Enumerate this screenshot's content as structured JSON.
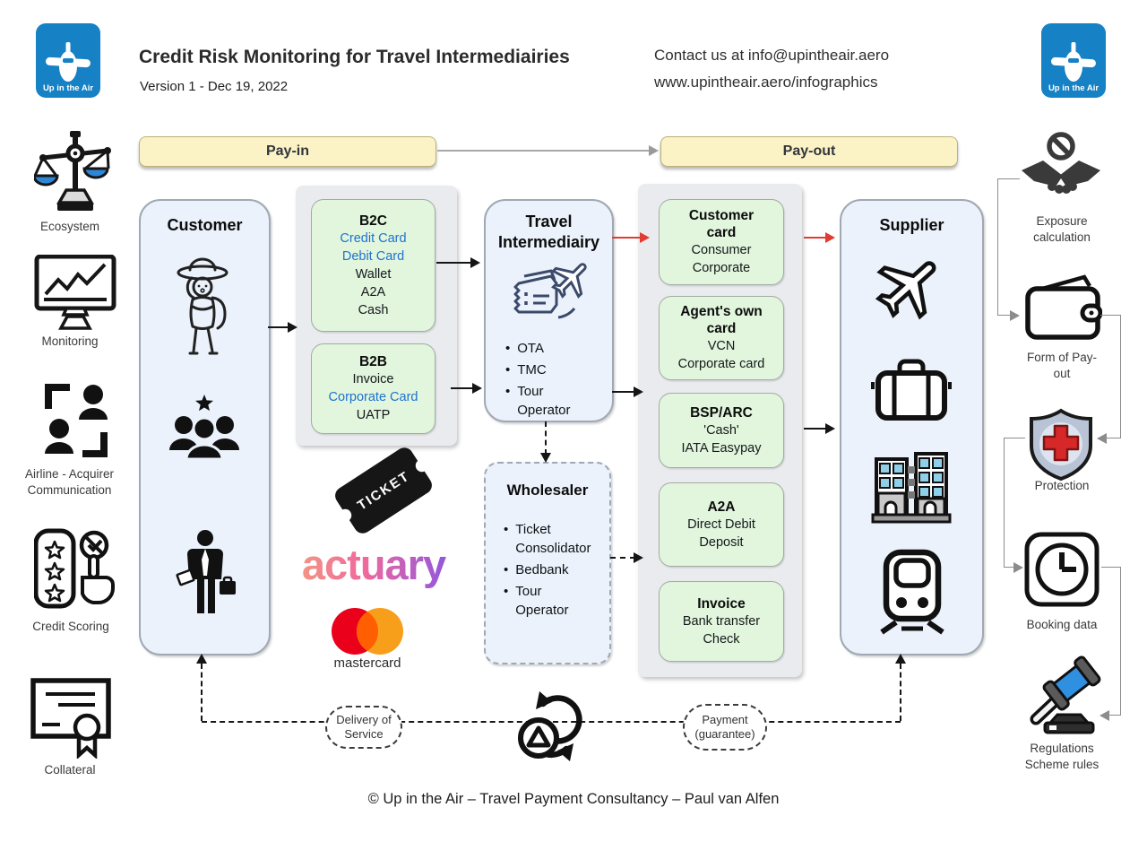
{
  "header": {
    "logo_text": "Up in the Air",
    "title": "Credit Risk Monitoring for Travel Intermediairies",
    "version": "Version 1 - Dec 19, 2022",
    "contact_line1": "Contact us at info@upintheair.aero",
    "contact_line2": "www.upintheair.aero/infographics"
  },
  "left_sidebar": {
    "items": [
      {
        "label": "Ecosystem",
        "icon": "scale-icon"
      },
      {
        "label": "Monitoring",
        "icon": "monitor-chart-icon"
      },
      {
        "label": "Airline - Acquirer Communication",
        "icon": "people-communication-icon"
      },
      {
        "label": "Credit Scoring",
        "icon": "rating-check-icon"
      },
      {
        "label": "Collateral",
        "icon": "certificate-icon"
      }
    ]
  },
  "right_sidebar": {
    "items": [
      {
        "label": "Exposure calculation",
        "icon": "no-deal-handshake-icon"
      },
      {
        "label": "Form of Pay-out",
        "icon": "wallet-icon"
      },
      {
        "label": "Protection",
        "icon": "shield-cross-icon"
      },
      {
        "label": "Booking data",
        "icon": "clock-icon"
      },
      {
        "label": "Regulations Scheme rules",
        "icon": "gavel-icon"
      }
    ]
  },
  "flow": {
    "pay_in_label": "Pay-in",
    "pay_out_label": "Pay-out",
    "customer": {
      "title": "Customer"
    },
    "b2c": {
      "title": "B2C",
      "items": [
        "Credit Card",
        "Debit Card",
        "Wallet",
        "A2A",
        "Cash"
      ]
    },
    "b2b": {
      "title": "B2B",
      "items": [
        "Invoice",
        "Corporate Card",
        "UATP"
      ]
    },
    "travel_intermediary": {
      "title": "Travel Intermediairy",
      "items": [
        "OTA",
        "TMC",
        "Tour Operator"
      ]
    },
    "wholesaler": {
      "title": "Wholesaler",
      "items": [
        "Ticket Consolidator",
        "Bedbank",
        "Tour Operator"
      ]
    },
    "payout_methods": [
      {
        "title": "Customer card",
        "lines": [
          "Consumer",
          "Corporate"
        ]
      },
      {
        "title": "Agent's own card",
        "lines": [
          "VCN",
          "Corporate card"
        ]
      },
      {
        "title": "BSP/ARC",
        "lines": [
          "'Cash'",
          "IATA Easypay"
        ]
      },
      {
        "title": "A2A",
        "lines": [
          "Direct Debit",
          "Deposit"
        ]
      },
      {
        "title": "Invoice",
        "lines": [
          "Bank transfer",
          "Check"
        ]
      }
    ],
    "supplier": {
      "title": "Supplier"
    },
    "delivery_label": "Delivery of Service",
    "payment_label": "Payment (guarantee)"
  },
  "logos": {
    "ticket_text": "TICKET",
    "actuary_text": "actuary",
    "mastercard_text": "mastercard"
  },
  "footer": {
    "copyright": "© Up in the Air – Travel Payment Consultancy – Paul van Alfen"
  },
  "colors": {
    "logo_blue": "#1681c4",
    "banner_yellow": "#fbf3c5",
    "box_blue": "#ebf2fb",
    "box_green": "#e1f6dd",
    "link_blue": "#1f72cf",
    "arrow_red": "#e03c31"
  }
}
